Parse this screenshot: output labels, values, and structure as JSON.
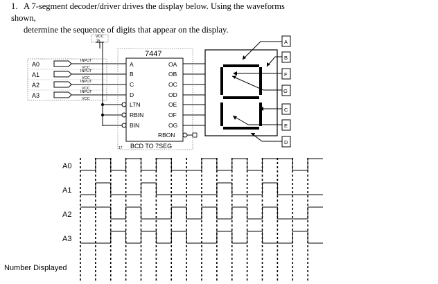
{
  "question": {
    "number": "1.",
    "line1": "A 7-segment decoder/driver drives the display below. Using the waveforms shown,",
    "line2": "determine the sequence of digits that appear on the display."
  },
  "circuit": {
    "vcc_label": "VCC",
    "vcc_num": "15",
    "chip_title": "7447",
    "chip_subtitle": "BCD TO 7SEG",
    "chip_ref": "17",
    "inputs": [
      "A0",
      "A1",
      "A2",
      "A3"
    ],
    "input_tag": "INPUT",
    "vcc_tag": "VCC",
    "left_pins": [
      "A",
      "B",
      "C",
      "D",
      "LTN",
      "RBIN",
      "BIN"
    ],
    "right_pins": [
      "OA",
      "OB",
      "OC",
      "OD",
      "OE",
      "OF",
      "OG"
    ],
    "rbon_pin": "RBON",
    "segment_boxes": [
      "A",
      "B",
      "F",
      "G",
      "C",
      "E",
      "D"
    ]
  },
  "timing": {
    "rows": [
      "A0",
      "A1",
      "A2",
      "A3"
    ],
    "number_label": "Number Displayed",
    "levels": {
      "A0": [
        0,
        1,
        0,
        1,
        0,
        1,
        0,
        0,
        1,
        0,
        1,
        0,
        1,
        1,
        0,
        1
      ],
      "A1": [
        0,
        1,
        0,
        0,
        1,
        0,
        0,
        0,
        0,
        1,
        0,
        0,
        1,
        0,
        0,
        0
      ],
      "A2": [
        1,
        1,
        0,
        1,
        0,
        0,
        1,
        0,
        1,
        0,
        1,
        0,
        1,
        0,
        0,
        1
      ],
      "A3": [
        0,
        0,
        1,
        0,
        1,
        0,
        1,
        0,
        0,
        1,
        0,
        1,
        0,
        0,
        1,
        0
      ]
    }
  }
}
